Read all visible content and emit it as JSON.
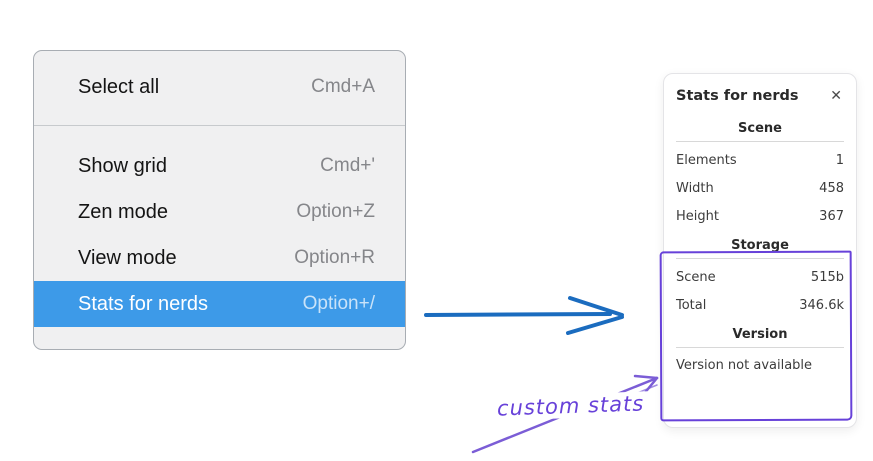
{
  "context_menu": {
    "items": [
      {
        "label": "Select all",
        "shortcut": "Cmd+A"
      },
      {
        "label": "Show grid",
        "shortcut": "Cmd+'"
      },
      {
        "label": "Zen mode",
        "shortcut": "Option+Z"
      },
      {
        "label": "View mode",
        "shortcut": "Option+R"
      },
      {
        "label": "Stats for nerds",
        "shortcut": "Option+/"
      }
    ],
    "selected_item": "Stats for nerds",
    "selection_color": "#3d9ae8"
  },
  "stats_panel": {
    "title": "Stats for nerds",
    "close_icon": "✕",
    "scene_section": {
      "heading": "Scene",
      "rows": [
        {
          "label": "Elements",
          "value": "1"
        },
        {
          "label": "Width",
          "value": "458"
        },
        {
          "label": "Height",
          "value": "367"
        }
      ]
    },
    "storage_section": {
      "heading": "Storage",
      "rows": [
        {
          "label": "Scene",
          "value": "515b"
        },
        {
          "label": "Total",
          "value": "346.6k"
        }
      ]
    },
    "version_section": {
      "heading": "Version",
      "note": "Version not available"
    }
  },
  "annotation": {
    "label": "custom stats"
  },
  "colors": {
    "selection_blue": "#3d9ae8",
    "blue_arrow": "#1b6cbf",
    "annotation_purple": "#7b5dd6",
    "outline_purple": "#6741d9"
  }
}
